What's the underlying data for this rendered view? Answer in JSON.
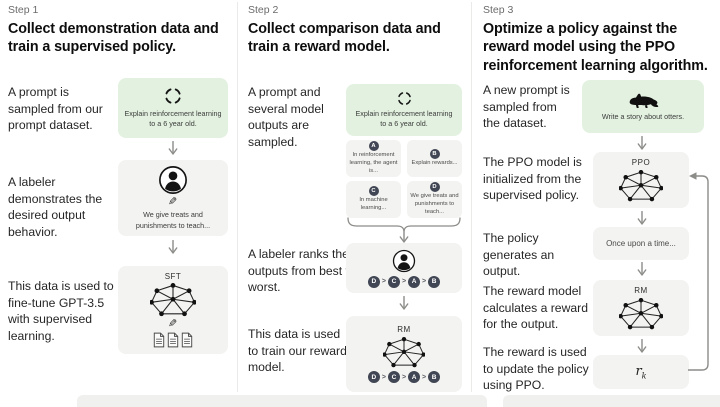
{
  "colors": {
    "background": "#ffffff",
    "green_box": "#e3f2e0",
    "gray_box": "#f3f3f1",
    "rank_chip": "#414654",
    "arrow": "#8c8c89",
    "divider": "#eaeae8"
  },
  "icons": {
    "pencil_glyph": "✎",
    "sample_prompt": "dashed-circle-icon",
    "labeler": "person-icon",
    "model": "network-icon",
    "documents": "documents-icon",
    "otter": "otter-icon"
  },
  "step1": {
    "label": "Step 1",
    "title": "Collect demonstration data and train a supervised policy.",
    "caption_prompt": "A prompt is sampled from our prompt dataset.",
    "prompt_text": "Explain reinforcement learning to a 6 year old.",
    "caption_labeler": "A labeler demonstrates the desired output behavior.",
    "labeler_text": "We give treats and punishments to teach...",
    "caption_finetune": "This data is used to fine-tune GPT-3.5 with supervised learning.",
    "model_label": "SFT"
  },
  "step2": {
    "label": "Step 2",
    "title": "Collect comparison data and train a reward model.",
    "caption_prompt": "A prompt and several model outputs are sampled.",
    "prompt_text": "Explain reinforcement learning to a 6 year old.",
    "outputs": [
      {
        "letter": "A",
        "text": "In reinforcement learning, the agent is..."
      },
      {
        "letter": "B",
        "text": "Explain rewards..."
      },
      {
        "letter": "C",
        "text": "In machine learning..."
      },
      {
        "letter": "D",
        "text": "We give treats and punishments to teach..."
      }
    ],
    "caption_rank": "A labeler ranks the outputs from best to worst.",
    "ranking": {
      "order": [
        "D",
        "C",
        "A",
        "B"
      ],
      "separator": ">"
    },
    "caption_train": "This data is used to train our reward model.",
    "model_label": "RM"
  },
  "step3": {
    "label": "Step 3",
    "title": "Optimize a policy against the reward model using the PPO reinforcement learning algorithm.",
    "caption_prompt": "A new prompt is sampled from the dataset.",
    "prompt_text": "Write a story about otters.",
    "caption_init": "The PPO model is initialized from the supervised policy.",
    "ppo_label": "PPO",
    "caption_output": "The policy generates an output.",
    "output_text": "Once upon a time...",
    "caption_reward": "The reward model calculates a reward for the output.",
    "rm_label": "RM",
    "caption_update": "The reward is used to update the policy using PPO.",
    "reward_symbol": "r",
    "reward_subscript": "k"
  }
}
